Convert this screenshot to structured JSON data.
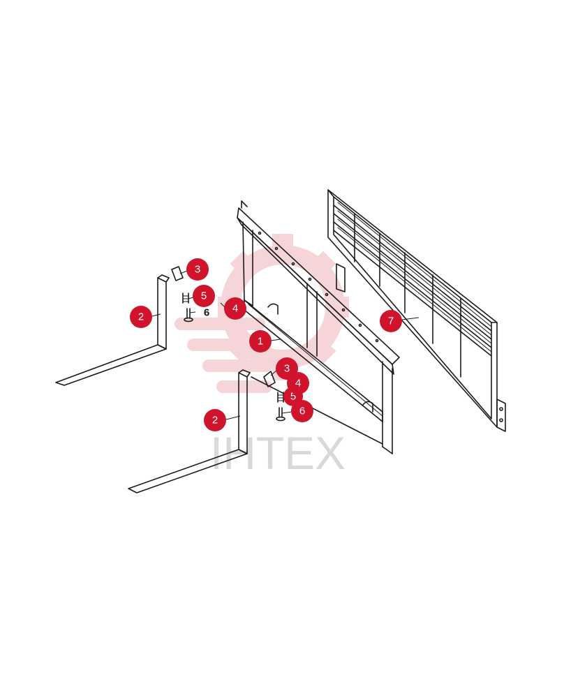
{
  "watermark": {
    "text": "ІНТЕХ",
    "color": "#e9b0b5",
    "text_color": "#d9d9d9",
    "icon": "gear-and-stripes-logo"
  },
  "colors": {
    "callout_fill": "#d0142c",
    "callout_text": "#ffffff",
    "line_art": "#1a1a1a"
  },
  "callouts": [
    {
      "id": "c1",
      "label": "1"
    },
    {
      "id": "c2a",
      "label": "2"
    },
    {
      "id": "c2b",
      "label": "2"
    },
    {
      "id": "c3a",
      "label": "3"
    },
    {
      "id": "c3b",
      "label": "3"
    },
    {
      "id": "c4a",
      "label": "4"
    },
    {
      "id": "c4b",
      "label": "4"
    },
    {
      "id": "c5a",
      "label": "5"
    },
    {
      "id": "c5b",
      "label": "5"
    },
    {
      "id": "c6a",
      "label": "6"
    },
    {
      "id": "c6b",
      "label": "6"
    },
    {
      "id": "c7",
      "label": "7"
    }
  ]
}
